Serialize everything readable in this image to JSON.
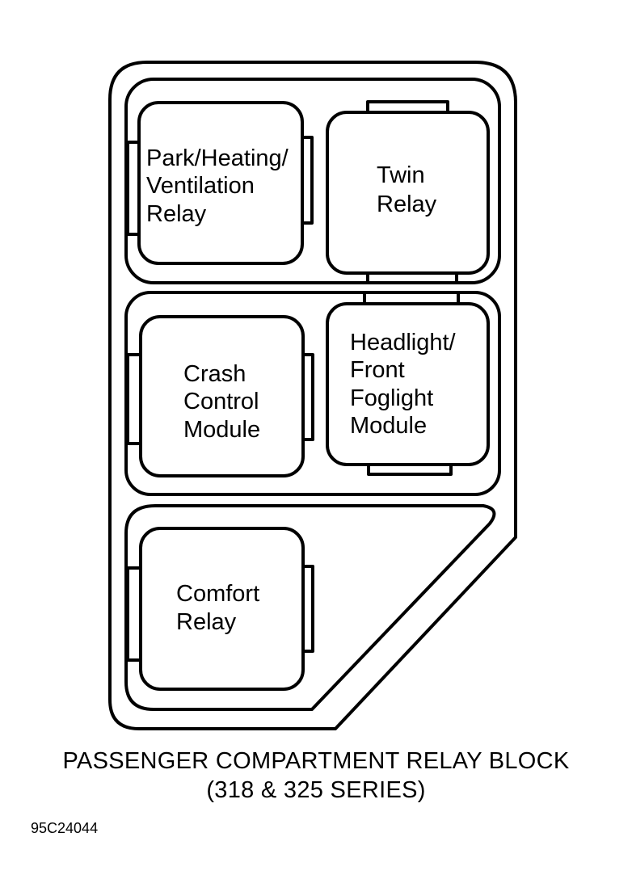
{
  "relays": {
    "park_heating_ventilation": [
      "Park/Heating/",
      "Ventilation",
      "Relay"
    ],
    "twin": [
      "Twin",
      "Relay"
    ],
    "crash_control": [
      "Crash",
      "Control",
      "Module"
    ],
    "headlight_foglight": [
      "Headlight/",
      "Front",
      "Foglight",
      "Module"
    ],
    "comfort": [
      "Comfort",
      "Relay"
    ]
  },
  "caption": {
    "title": "PASSENGER COMPARTMENT RELAY BLOCK",
    "subtitle": "(318 & 325 SERIES)"
  },
  "figure_id": "95C24044",
  "colors": {
    "line": "#000000",
    "background": "#ffffff"
  }
}
